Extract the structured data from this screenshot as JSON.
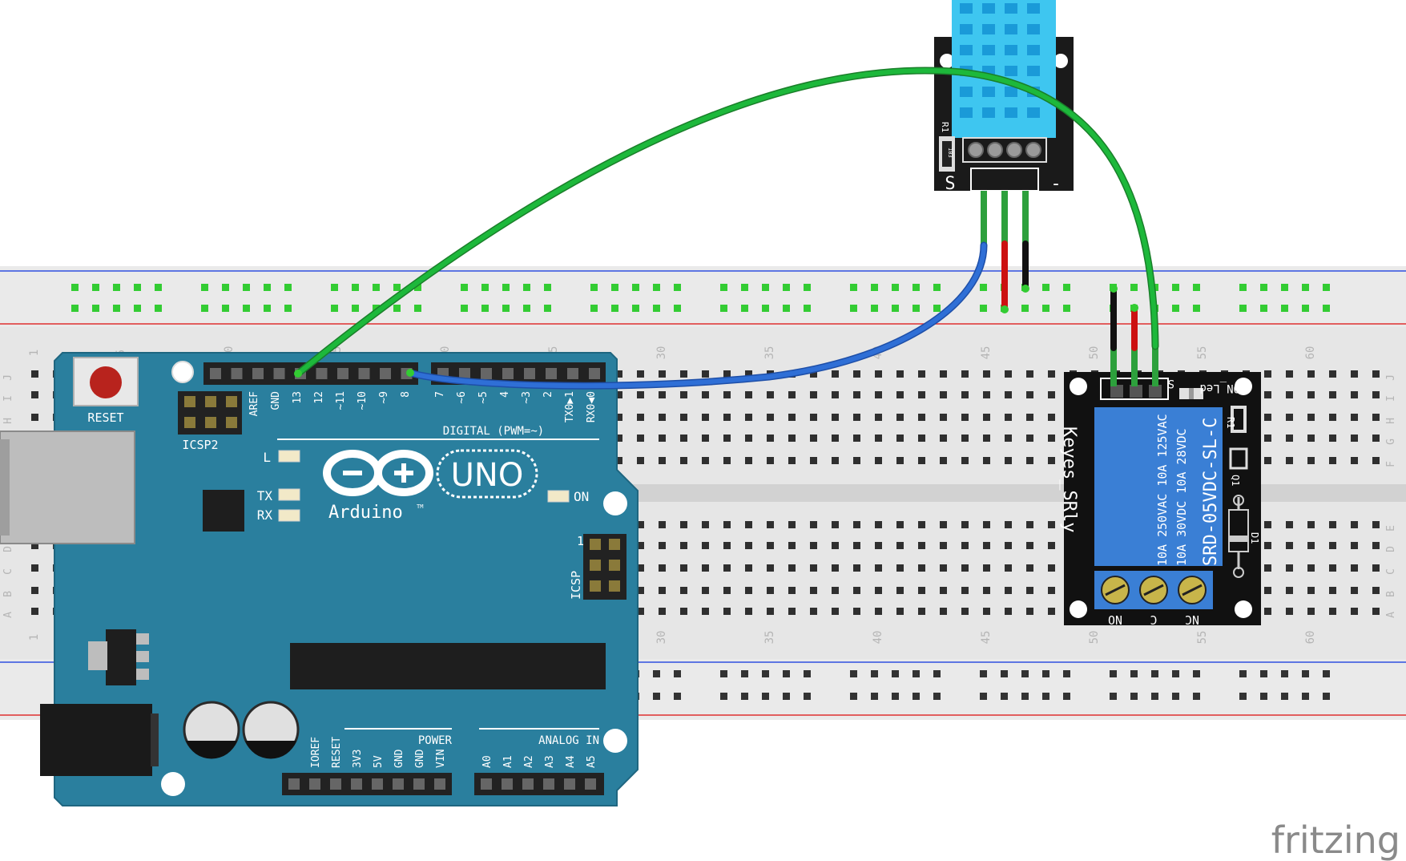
{
  "colors": {
    "board_blue": "#2a7f9e",
    "sensor_cyan": "#3ec6f0",
    "relay_blue": "#3a7fd5",
    "wire_green": "#1db83b",
    "wire_blue": "#2f6fd6",
    "wire_red": "#cc1111",
    "wire_black": "#111111",
    "breadboard": "#e8e8e8",
    "rail_red": "#e03030",
    "rail_blue": "#3050e0",
    "hole_green": "#33cc33"
  },
  "breadboard": {
    "row_letters_left": [
      "J",
      "I",
      "H",
      "G",
      "F",
      "E",
      "D",
      "C",
      "B",
      "A"
    ],
    "row_letters_right": [
      "J",
      "I",
      "H",
      "G",
      "F",
      "E",
      "D",
      "C",
      "B",
      "A"
    ],
    "column_numbers": [
      "1",
      "5",
      "10",
      "15",
      "20",
      "25",
      "30",
      "35",
      "40",
      "45",
      "50",
      "55",
      "60"
    ]
  },
  "arduino": {
    "reset_label": "RESET",
    "icsp2_label": "ICSP2",
    "icsp_label": "ICSP",
    "icsp_pin1": "1",
    "digital_label": "DIGITAL (PWM=~)",
    "led_l": "L",
    "led_tx": "TX",
    "led_rx": "RX",
    "led_on": "ON",
    "brand": "Arduino",
    "tm": "TM",
    "model": "UNO",
    "power_label": "POWER",
    "analog_label": "ANALOG IN",
    "digital_pins": [
      "AREF",
      "GND",
      "13",
      "12",
      "~11",
      "~10",
      "~9",
      "8",
      "7",
      "~6",
      "~5",
      "4",
      "~3",
      "2",
      "TX0▶1",
      "RX0◀0"
    ],
    "power_pins": [
      "IOREF",
      "RESET",
      "3V3",
      "5V",
      "GND",
      "GND",
      "VIN"
    ],
    "analog_pins": [
      "A0",
      "A1",
      "A2",
      "A3",
      "A4",
      "A5"
    ]
  },
  "dht_module": {
    "s_label": "S",
    "minus_label": "-",
    "r1_label": "R1",
    "resistor_code": "103"
  },
  "relay_module": {
    "brand": "Keyes_SRly",
    "model": "SRD-05VDC-SL-C",
    "rating_line1": "10A 250VAC  10A 125VAC",
    "rating_line2": "10A 30VDC  10A 28VDC",
    "terminal_labels": [
      "NO",
      "C",
      "NC"
    ],
    "led_label": "ON_Led",
    "s_label": "S",
    "r1_label": "R1",
    "q1_label": "Q1",
    "d1_label": "D1"
  },
  "watermark": "fritzing"
}
